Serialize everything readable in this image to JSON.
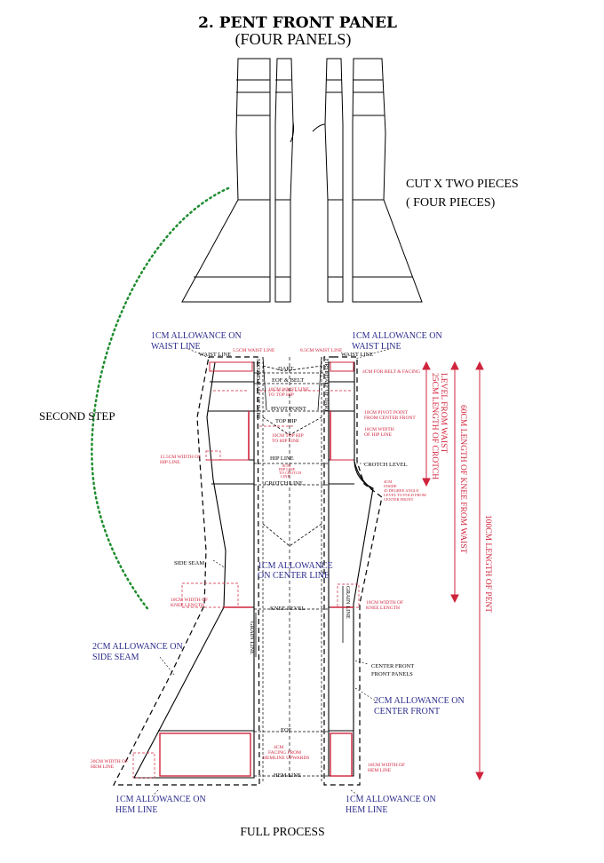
{
  "header": {
    "title": "2. PENT FRONT PANEL",
    "subtitle": "(FOUR PANELS)"
  },
  "top_section": {
    "cut_line1": "CUT X TWO PIECES",
    "cut_line2": "( FOUR PIECES)"
  },
  "step_label": "SECOND STEP",
  "footer": "FULL PROCESS",
  "labels": {
    "allow_waist_left_1": "1CM ALLOWANCE ON",
    "allow_waist_left_2": "WAIST LINE",
    "allow_waist_right_1": "1CM ALLOWANCE ON",
    "allow_waist_right_2": "WAIST LINE",
    "waist_line_left": "WAIST LINE",
    "waist_line_right": "WAIST LINE",
    "waist_small_left": "5.5CM WAIST LINE",
    "waist_small_right": "8.5CM WAIST LINE",
    "dart": "DART",
    "eof_belt": "EOF & BELT",
    "pivot_point": "PIVOT POINT",
    "top_hip": "TOP HIP",
    "hip_line": "HIP LINE",
    "crotch_line": "CROTCH LINE",
    "crotch_level": "CROTCH LEVEL",
    "second_half_dart": "SECOND HALF OF DART",
    "first_half_dart": "FIRST HALF OF DART",
    "side_seam": "SIDE SEAM",
    "center_allow_1": "1CM ALLOWANCE",
    "center_allow_2": "ON CENTER LINE",
    "knee_level": "KNEE LEVEL",
    "grain_line_left": "GRAIN LINE",
    "grain_line_right": "GRAIN LINE",
    "side_allow_1": "2CM ALLOWANCE ON",
    "side_allow_2": "SIDE SEAM",
    "center_front_1": "CENTER FRONT",
    "center_front_2": "FRONT PANELS",
    "cf_allow_1": "2CM ALLOWANCE ON",
    "cf_allow_2": "CENTER FRONT",
    "eof": "EOF",
    "hem_line": "HEM LINE",
    "hem_allow_left_1": "1CM ALLOWANCE ON",
    "hem_allow_left_2": "HEM LINE",
    "hem_allow_right_1": "1CM ALLOWANCE ON",
    "hem_allow_right_2": "HEM LINE"
  },
  "red_notes": {
    "belt_facing": "4CM FOR BELT & FACING",
    "waist_top_hip_1": "10CM WAIST LINE",
    "waist_top_hip_2": "TO TOP HIP",
    "pivot_cf_1": "10CM PIVOT POINT",
    "pivot_cf_2": "FROM CENTER FRONT",
    "width_hip_r1": "10CM WIDTH",
    "width_hip_r2": "OF HIP LINE",
    "tophip_hip_1": "10CM TOP HIP",
    "tophip_hip_2": "TO HIP LINE",
    "width_hip_l1": "15.5CM WIDTH OF",
    "width_hip_l2": "HIP LINE",
    "crotch_small_1": "8CM",
    "crotch_small_2": "HIP LINE",
    "crotch_small_3": "TO CROTCH",
    "crotch_small_4": "LINE",
    "crotch_r1": "4CM",
    "crotch_r2": "INSIDE",
    "crotch_r3": "45 DEGREE ANGLE",
    "crotch_r4": "LEVEL TO FOLD FROM",
    "crotch_r5": "CENTER FRONT",
    "knee_left_1": "10CM WIDTH OF",
    "knee_left_2": "KNEE LENGTH",
    "knee_right_1": "10CM WIDTH OF",
    "knee_right_2": "KNEE LENGTH",
    "facing_1": "4CM",
    "facing_2": "FACING FROM",
    "facing_3": "HEMLINE UPWARDS",
    "hem_left_1": "20CM WIDTH OF",
    "hem_left_2": "HEM LINE",
    "hem_right_1": "16CM WIDTH OF",
    "hem_right_2": "HEM LINE",
    "vert_crotch_1": "25CM LENGTH OF CROTCH",
    "vert_crotch_2": "LEVEL FROM WAIST",
    "vert_knee": "60CM LENGTH OF KNEE FROM WAIST",
    "vert_pent": "100CM LENGTH OF PENT"
  },
  "colors": {
    "outline": "#000000",
    "allowance_text": "#2b2b8c",
    "measure": "#d0243c",
    "step_dots": "#1e8c2e"
  }
}
